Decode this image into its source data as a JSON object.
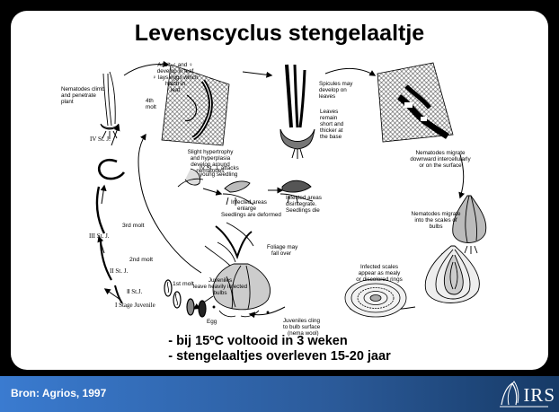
{
  "slide": {
    "title": "Levenscyclus stengelaaltje",
    "notes": [
      "- bij 15ºC voltooid in 3 weken",
      "- stengelaaltjes overleven 15-20 jaar"
    ],
    "source": "Bron: Agrios, 1997",
    "logo": "IRS"
  },
  "diagram": {
    "labels": {
      "climb": [
        "Nematodes climb",
        "and penetrate",
        "plant"
      ],
      "adult": [
        "Adult ♂ and ♀",
        "develop in leaf",
        "♀ lays eggs which",
        "hatch in",
        "leaf"
      ],
      "molt4": [
        "4th",
        "molt"
      ],
      "hypertrophy": [
        "Slight hypertrophy",
        "and hyperplasia",
        "develop around",
        "nematodes"
      ],
      "spicules": [
        "Spicules may",
        "develop on",
        "leaves"
      ],
      "leaves_short": [
        "Leaves",
        "remain",
        "short and",
        "thicker at",
        "the base"
      ],
      "migrate_down": [
        "Nematodes migrate",
        "downward intercellularly",
        "or on the surface"
      ],
      "stage4": "IV St. J.",
      "attacks": [
        "IV St. J. attacks",
        "young seedling"
      ],
      "infected_enlarge": [
        "Infected areas",
        "enlarge"
      ],
      "deformed": "Seedlings are deformed",
      "disintegrate": [
        "Infected areas",
        "disintegrate.",
        "Seedlings die"
      ],
      "molt3": "3rd molt",
      "stage3": "III St. J.",
      "molt2": "2nd molt",
      "migrate_bulbs": [
        "Nematodes migrate",
        "into the scales of",
        "bulbs"
      ],
      "foliage": [
        "Foliage may",
        "fall over"
      ],
      "juveniles_leave": [
        "Juveniles",
        "leave heavily infected",
        "bulbs"
      ],
      "infected_scales": [
        "Infected scales",
        "appear as mealy",
        "or discolored rings"
      ],
      "stage2": "II St. J.",
      "molt1": "1st molt",
      "stage1": "I Stage Juvenile",
      "egg": "Egg",
      "juveniles_cling": [
        "Juveniles cling",
        "to bulb surface",
        "(nema wool)"
      ]
    }
  }
}
